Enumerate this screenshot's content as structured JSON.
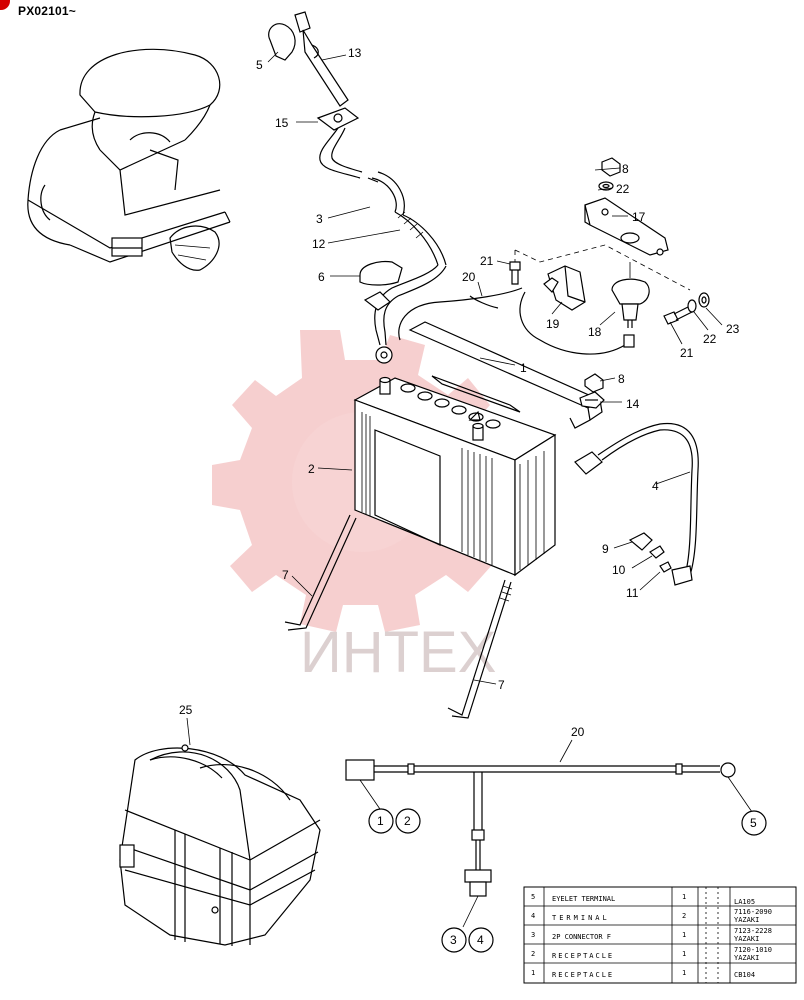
{
  "header": {
    "serial": "PX02101~"
  },
  "watermark": {
    "text": "ИНТЕХ",
    "color": "#e8a0a0"
  },
  "callouts": {
    "c5": "5",
    "c13": "13",
    "c15": "15",
    "c3": "3",
    "c12": "12",
    "c6": "6",
    "c20a": "20",
    "c8a": "8",
    "c22a": "22",
    "c17": "17",
    "c21a": "21",
    "c19": "19",
    "c18": "18",
    "c21b": "21",
    "c22b": "22",
    "c23": "23",
    "c1": "1",
    "c8b": "8",
    "c14": "14",
    "c2": "2",
    "c4": "4",
    "c9": "9",
    "c10": "10",
    "c11": "11",
    "c7a": "7",
    "c7b": "7",
    "c25": "25",
    "c20b": "20",
    "b1": "1",
    "b2": "2",
    "b5": "5",
    "b3": "3",
    "b4": "4"
  },
  "parts_table": [
    {
      "no": "5",
      "name": "EYELET TERMINAL",
      "qty": "1",
      "code": "LA105",
      "maker": ""
    },
    {
      "no": "4",
      "name": "TERMINAL",
      "qty": "2",
      "code": "7116-2090",
      "maker": "YAZAKI"
    },
    {
      "no": "3",
      "name": "2P CONNECTOR F",
      "qty": "1",
      "code": "7123-2228",
      "maker": "YAZAKI"
    },
    {
      "no": "2",
      "name": "RECEPTACLE",
      "qty": "1",
      "code": "7120-1010",
      "maker": "YAZAKI"
    },
    {
      "no": "1",
      "name": "RECEPTACLE",
      "qty": "1",
      "code": "CB104",
      "maker": ""
    }
  ]
}
